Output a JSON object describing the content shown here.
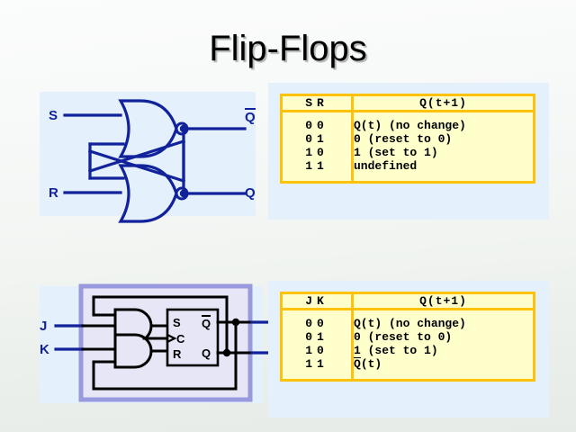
{
  "slide": {
    "title": "Flip-Flops",
    "background_top": "#fbfcfc",
    "background_bottom": "#e6ebe7"
  },
  "colors": {
    "panel_blue": "#e4f0fb",
    "table_fill": "#ffffcc",
    "table_border": "#ffc20a",
    "wire_blue": "#11229b",
    "wire_black": "#000000",
    "jk_box_fill": "#e6e6f7",
    "jk_box_border": "#9999dd"
  },
  "sr_latch_diagram": {
    "name": "SR latch (cross-coupled NOR gates)",
    "inputs": [
      {
        "label": "S",
        "position": "top-left"
      },
      {
        "label": "R",
        "position": "bottom-left"
      }
    ],
    "outputs": [
      {
        "label": "Q",
        "overbar": true,
        "position": "top-right"
      },
      {
        "label": "Q",
        "overbar": false,
        "position": "bottom-right"
      }
    ],
    "gates": [
      {
        "type": "NOR",
        "position": "top"
      },
      {
        "type": "NOR",
        "position": "bottom"
      }
    ]
  },
  "jk_flipflop_diagram": {
    "name": "JK flip-flop built from SR flip-flop and AND gates",
    "inputs": [
      {
        "label": "J",
        "position": "top-left"
      },
      {
        "label": "K",
        "position": "bottom-left"
      }
    ],
    "gates": [
      {
        "type": "AND",
        "position": "top"
      },
      {
        "type": "AND",
        "position": "bottom"
      }
    ],
    "inner_block": {
      "name": "SR flip-flop",
      "input_labels": [
        {
          "label": "S"
        },
        {
          "label": "C",
          "clock_triangle": true
        },
        {
          "label": "R"
        }
      ],
      "output_labels": [
        {
          "label": "Q",
          "overbar": true
        },
        {
          "label": "Q",
          "overbar": false
        }
      ]
    }
  },
  "sr_truth_table": {
    "name": "SR latch truth table",
    "headers": {
      "input_a": "S",
      "input_b": "R",
      "output": "Q(t+1)"
    },
    "rows": [
      {
        "a": "0",
        "b": "0",
        "out": "Q(t) (no change)",
        "overbar": false
      },
      {
        "a": "0",
        "b": "1",
        "out": "0 (reset to 0)",
        "overbar": false
      },
      {
        "a": "1",
        "b": "0",
        "out": "1 (set to 1)",
        "overbar": false
      },
      {
        "a": "1",
        "b": "1",
        "out": "undefined",
        "overbar": false
      }
    ]
  },
  "jk_truth_table": {
    "name": "JK flip-flop truth table",
    "headers": {
      "input_a": "J",
      "input_b": "K",
      "output": "Q(t+1)"
    },
    "rows": [
      {
        "a": "0",
        "b": "0",
        "out": "Q(t) (no change)",
        "overbar": false
      },
      {
        "a": "0",
        "b": "1",
        "out": "0 (reset to 0)",
        "overbar": false
      },
      {
        "a": "1",
        "b": "0",
        "out": "1 (set to 1)",
        "overbar": false
      },
      {
        "a": "1",
        "b": "1",
        "out_prefix": "Q",
        "out_suffix": "(t)",
        "overbar": true
      }
    ]
  }
}
